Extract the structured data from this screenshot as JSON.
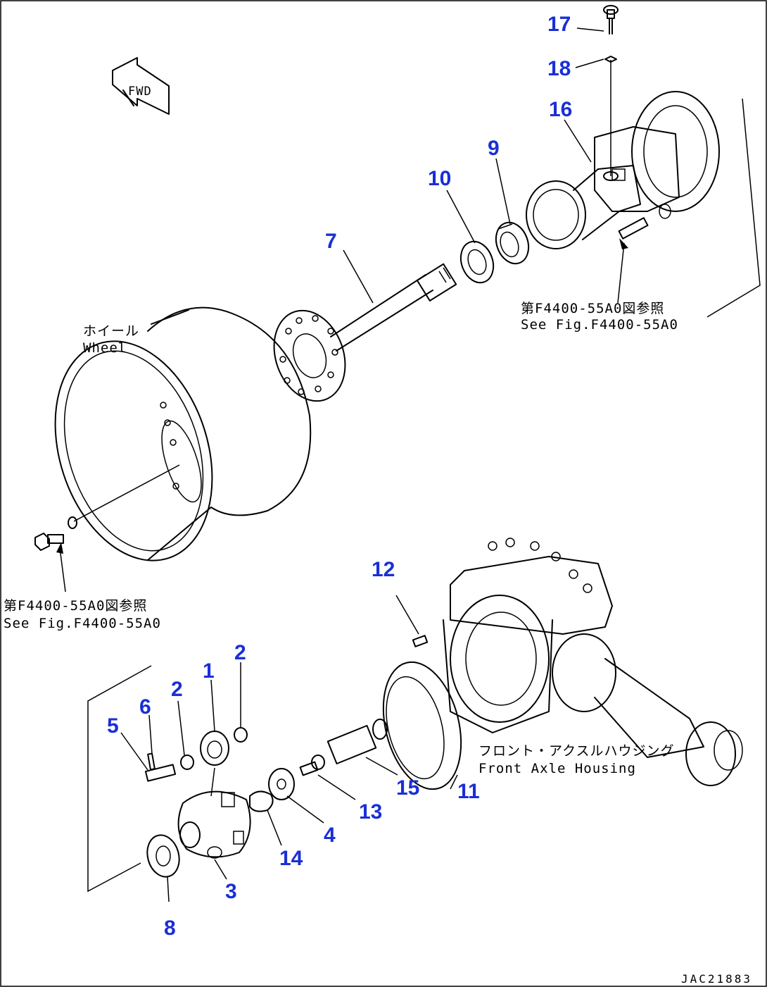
{
  "callouts": {
    "c1": "1",
    "c2a": "2",
    "c2b": "2",
    "c3": "3",
    "c4": "4",
    "c5": "5",
    "c6": "6",
    "c7": "7",
    "c8": "8",
    "c9": "9",
    "c10": "10",
    "c11": "11",
    "c12": "12",
    "c13": "13",
    "c14": "14",
    "c15": "15",
    "c16": "16",
    "c17": "17",
    "c18": "18"
  },
  "notes": {
    "fwd": "FWD",
    "wheel_jp": "ホイール",
    "wheel_en": "Wheel",
    "ref_top_jp": "第F4400-55A0図参照",
    "ref_top_en": "See Fig.F4400-55A0",
    "ref_left_jp": "第F4400-55A0図参照",
    "ref_left_en": "See Fig.F4400-55A0",
    "housing_jp": "フロント・アクスルハウジング",
    "housing_en": "Front Axle Housing"
  },
  "drawing_code": "JAC21883",
  "colors": {
    "callout": "#1a2fd6",
    "line": "#000000",
    "background": "#ffffff"
  }
}
